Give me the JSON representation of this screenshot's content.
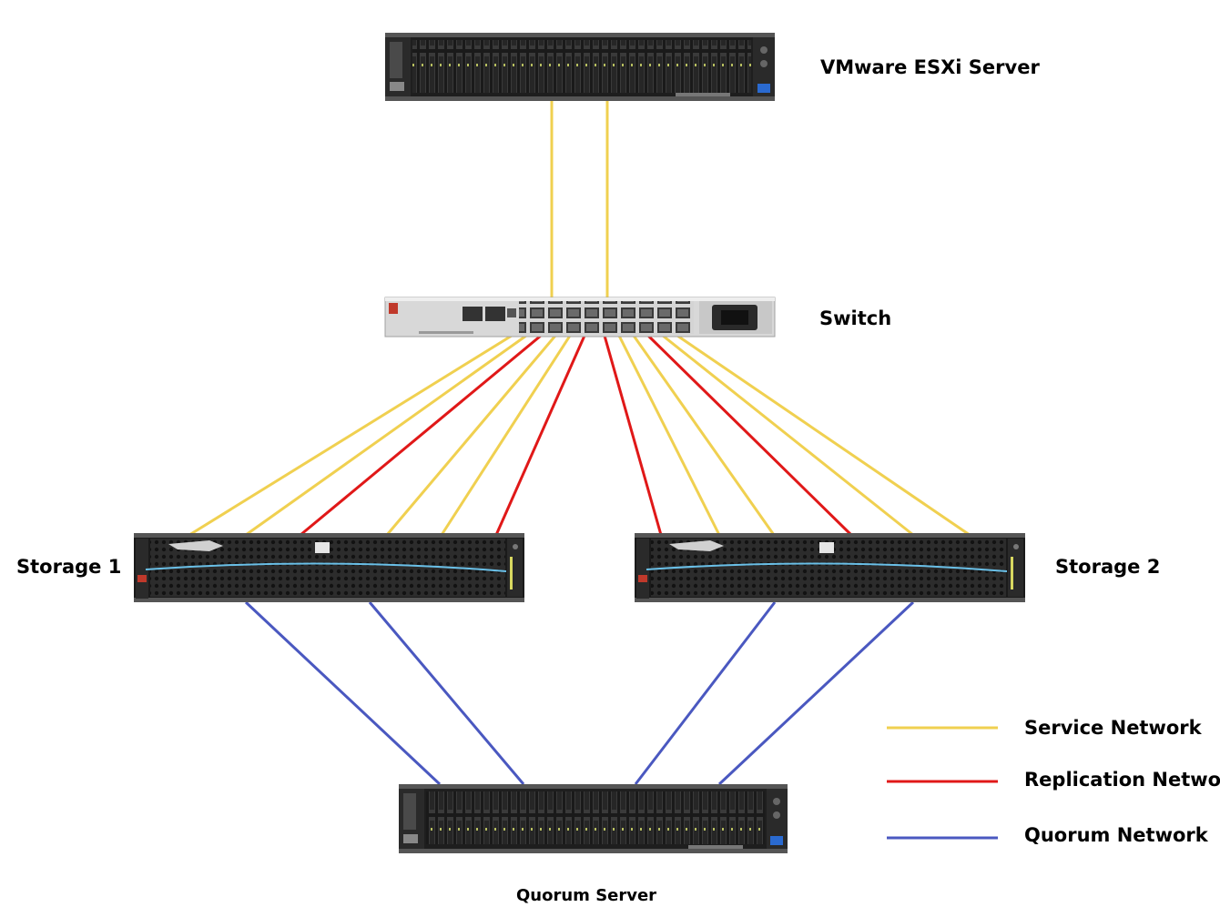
{
  "devices": {
    "esxi": {
      "label": "VMware ESXi Server"
    },
    "switch": {
      "label": "Switch"
    },
    "storage1": {
      "label": "Storage 1"
    },
    "storage2": {
      "label": "Storage 2"
    },
    "quorum": {
      "label": "Quorum Server"
    }
  },
  "legend": {
    "service": {
      "label": "Service Network",
      "color": "#f0d050"
    },
    "replication": {
      "label": "Replication Network",
      "color": "#e01818"
    },
    "quorum": {
      "label": "Quorum Network",
      "color": "#4a58c0"
    }
  },
  "connections": [
    {
      "from": "esxi",
      "to": "switch",
      "network": "service",
      "count": 2
    },
    {
      "from": "switch",
      "to": "storage1",
      "network": "service",
      "count": 4
    },
    {
      "from": "switch",
      "to": "storage1",
      "network": "replication",
      "count": 2
    },
    {
      "from": "switch",
      "to": "storage2",
      "network": "service",
      "count": 4
    },
    {
      "from": "switch",
      "to": "storage2",
      "network": "replication",
      "count": 2
    },
    {
      "from": "storage1",
      "to": "quorum",
      "network": "quorum",
      "count": 2
    },
    {
      "from": "storage2",
      "to": "quorum",
      "network": "quorum",
      "count": 2
    }
  ]
}
